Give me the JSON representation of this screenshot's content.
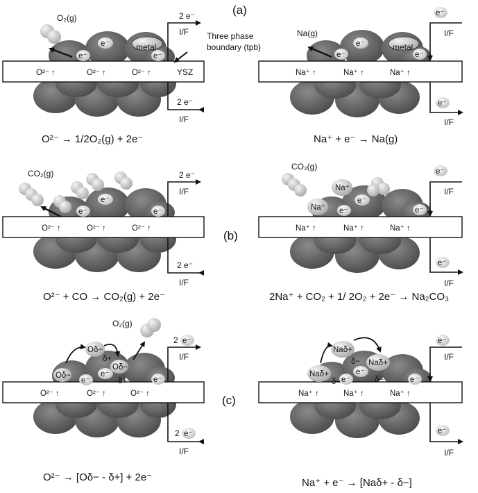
{
  "panel_labels": [
    "(a)",
    "(b)",
    "(c)"
  ],
  "species": {
    "o2_gas": "O₂(g)",
    "na_gas": "Na(g)",
    "co2_gas": "CO₂(g)",
    "o2_ion": "O²⁻ ↑",
    "na_ion": "Na⁺ ↑",
    "na_plus": "Na⁺",
    "na_delta": "Naδ+",
    "o_delta": "Oδ−",
    "delta_plus": "δ+",
    "delta_minus": "δ−",
    "electron": "e⁻",
    "two_e": "2 e⁻",
    "two": "2",
    "current": "I/F",
    "metal": "metal",
    "ysz": "YSZ",
    "tpb_line1": "Three phase",
    "tpb_line2": "boundary (tpb)"
  },
  "equations": {
    "a_left": "O²⁻ → 1/2O₂(g) + 2e⁻",
    "a_right": "Na⁺ + e⁻ → Na(g)",
    "b_left": "O²⁻ + CO → CO₂(g) + 2e⁻",
    "b_right": "2Na⁺ + CO₂ + 1/ 2O₂ + 2e⁻ → Na₂CO₃",
    "c_left": "O²⁻ → [Oδ− - δ+] + 2e⁻",
    "c_right": "Na⁺ +  e⁻ → [Naδ+ - δ−]"
  },
  "colors": {
    "particle_dark": "#5a5a5a",
    "particle_mid": "#767676",
    "electron_fill": "#d9d9d9",
    "gas_light": "#c8c8c8",
    "line": "#111111"
  }
}
